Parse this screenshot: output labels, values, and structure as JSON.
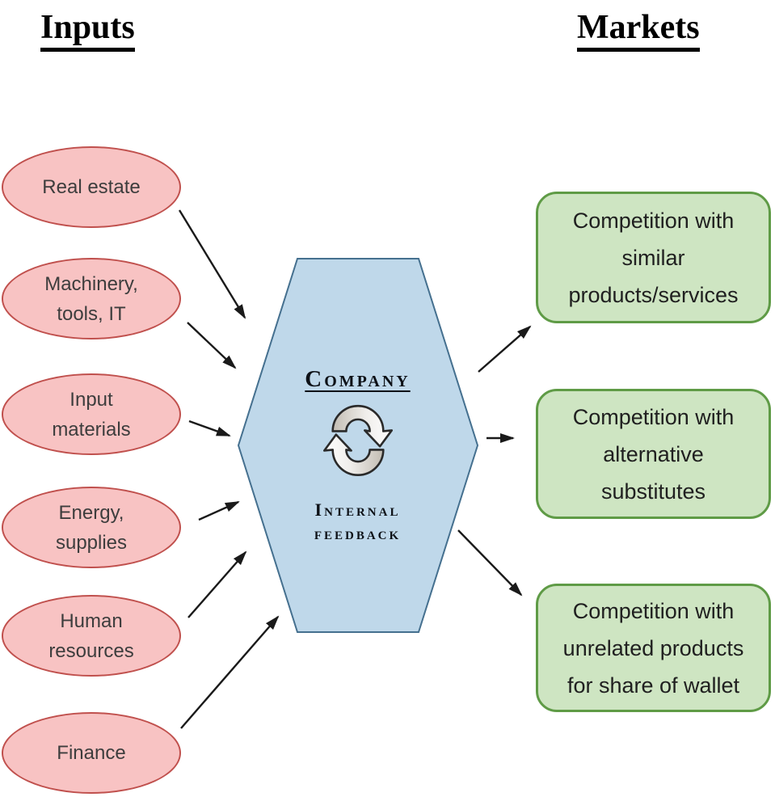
{
  "left_column_title": "Inputs",
  "right_column_title": "Markets",
  "inputs": [
    {
      "name": "real-estate",
      "lines": [
        "Real estate"
      ]
    },
    {
      "name": "machinery-tools-it",
      "lines": [
        "Machinery,",
        "tools, IT"
      ]
    },
    {
      "name": "input-materials",
      "lines": [
        "Input",
        "materials"
      ]
    },
    {
      "name": "energy-supplies",
      "lines": [
        "Energy,",
        "supplies"
      ]
    },
    {
      "name": "human-resources",
      "lines": [
        "Human",
        "resources"
      ]
    },
    {
      "name": "finance",
      "lines": [
        "Finance"
      ]
    }
  ],
  "company": {
    "title": "Company",
    "subtitle_lines": [
      "Internal",
      "feedback"
    ],
    "icon": "cycle-arrows-icon"
  },
  "markets": [
    {
      "name": "similar-products",
      "lines": [
        "Competition with",
        "similar",
        "products/services"
      ]
    },
    {
      "name": "alternative-substitutes",
      "lines": [
        "Competition with",
        "alternative",
        "substitutes"
      ]
    },
    {
      "name": "unrelated-products",
      "lines": [
        "Competition with",
        "unrelated products",
        "for share of wallet"
      ]
    }
  ],
  "colors": {
    "input_fill": "#F8C3C3",
    "input_border": "#C0504D",
    "company_fill": "#BFD8EA",
    "company_border": "#45708F",
    "market_fill": "#CEE5C2",
    "market_border": "#5F9B46",
    "arrow": "#1A1A1A",
    "title_text": "#000000"
  }
}
